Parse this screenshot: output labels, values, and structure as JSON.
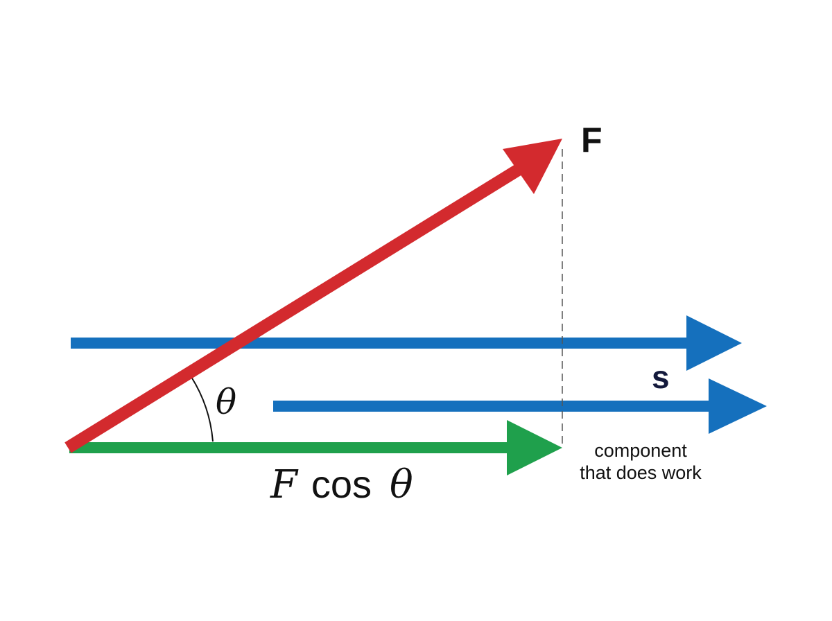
{
  "labels": {
    "force": "F",
    "displacement": "s",
    "angle": "θ",
    "component_f": "F",
    "component_cos": "cos",
    "component_theta": "θ",
    "note_line1": "component",
    "note_line2": "that does work"
  },
  "colors": {
    "force": "#d32a2e",
    "displacement": "#1570bd",
    "component": "#1fa04c",
    "text": "#111111",
    "s_label": "#141a3c",
    "dashed": "#555555",
    "background": "#ffffff"
  }
}
